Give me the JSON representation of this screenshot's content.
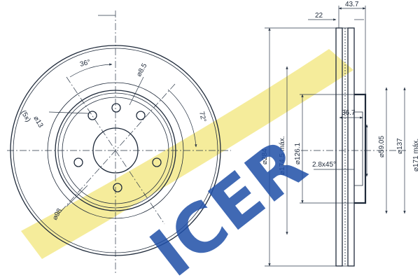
{
  "brand": {
    "logo_text": "ICER",
    "colors": {
      "logo_blue": "#1f4fa8",
      "swoosh_yellow": "#f3e98a",
      "line": "#1f2a3a"
    }
  },
  "front_view": {
    "label_36": "36°",
    "label_8_5": "⌀8.5",
    "label_5x": "(5x)",
    "label_13": "⌀13",
    "label_72": "72°",
    "label_98": "⌀98"
  },
  "side_view": {
    "label_43_7": "43.7",
    "label_22": "22",
    "label_284": "⌀284",
    "label_174_5": "⌀174.5 máx.",
    "label_126_1": "⌀126.1",
    "label_36_7": "36.7",
    "label_59_05": "⌀59.05",
    "label_137": "⌀137",
    "label_171": "⌀171 máx.",
    "label_2_8x45": "2.8x45°"
  }
}
